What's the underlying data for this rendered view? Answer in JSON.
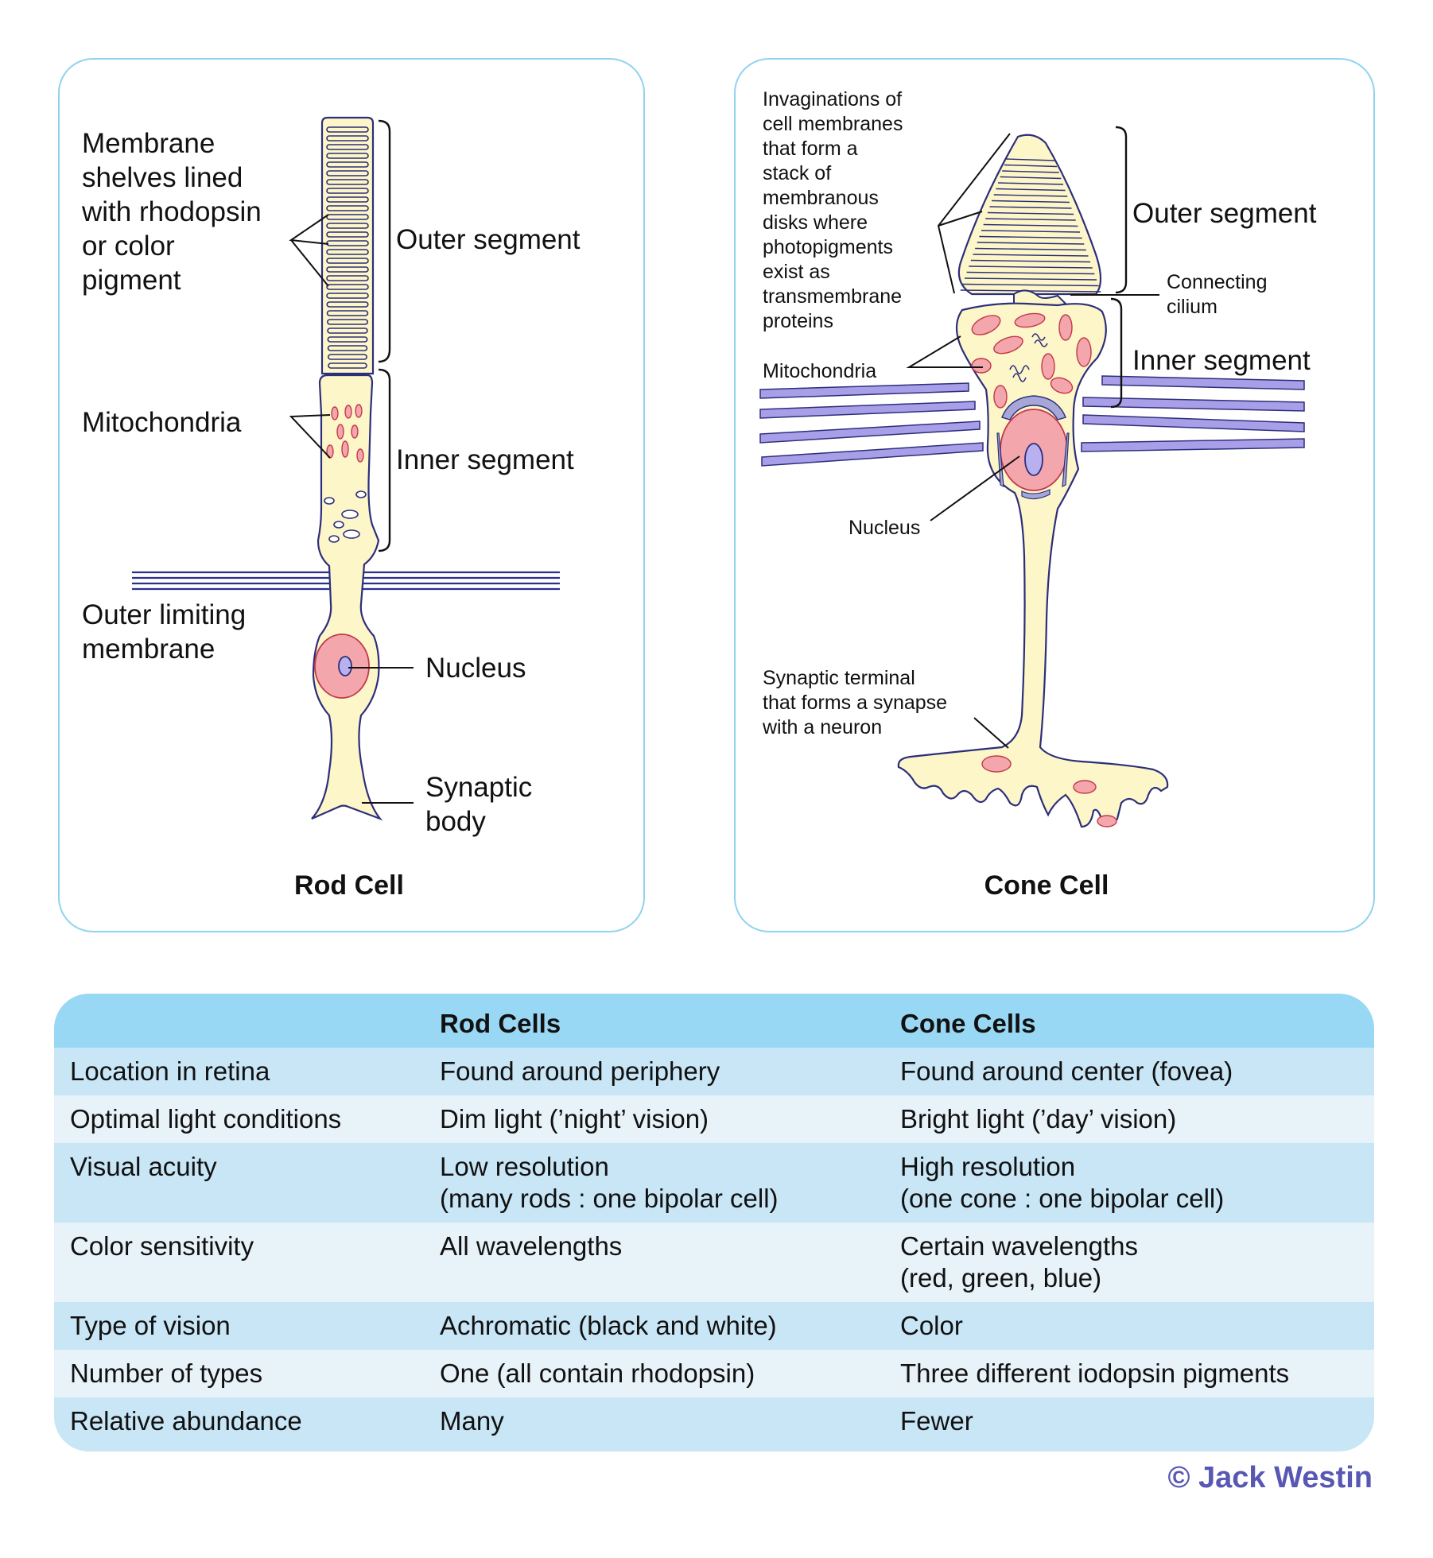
{
  "rod_cell": {
    "title": "Rod Cell",
    "labels": {
      "membrane_shelves": [
        "Membrane",
        "shelves lined",
        "with rhodopsin",
        "or color",
        "pigment"
      ],
      "outer_segment": "Outer segment",
      "mitochondria": "Mitochondria",
      "inner_segment": "Inner segment",
      "outer_limiting_membrane": [
        "Outer limiting",
        "membrane"
      ],
      "nucleus": "Nucleus",
      "synaptic_body": [
        "Synaptic",
        "body"
      ]
    }
  },
  "cone_cell": {
    "title": "Cone Cell",
    "labels": {
      "invaginations": [
        "Invaginations of",
        "cell membranes",
        "that form a",
        "stack of",
        "membranous",
        "disks where",
        "photopigments",
        "exist as",
        "transmembrane",
        "proteins"
      ],
      "outer_segment": "Outer segment",
      "connecting_cilium": [
        "Connecting",
        "cilium"
      ],
      "mitochondria": "Mitochondria",
      "inner_segment": "Inner segment",
      "nucleus": "Nucleus",
      "synaptic_terminal": [
        "Synaptic terminal",
        "that forms a synapse",
        "with a neuron"
      ]
    }
  },
  "table": {
    "headers": [
      "",
      "Rod Cells",
      "Cone Cells"
    ],
    "rows": [
      [
        "Location in retina",
        "Found around periphery",
        "Found around center (fovea)"
      ],
      [
        "Optimal light conditions",
        "Dim light (’night’ vision)",
        "Bright light (’day’ vision)"
      ],
      [
        "Visual acuity",
        "Low resolution\n(many rods : one bipolar cell)",
        "High resolution\n(one cone : one bipolar cell)"
      ],
      [
        "Color sensitivity",
        "All wavelengths",
        "Certain wavelengths\n(red, green, blue)"
      ],
      [
        "Type of vision",
        "Achromatic (black and white)",
        "Color"
      ],
      [
        "Number of types",
        "One (all contain rhodopsin)",
        "Three different iodopsin pigments"
      ],
      [
        "Relative abundance",
        "Many",
        "Fewer"
      ]
    ]
  },
  "copyright": "© Jack Westin",
  "colors": {
    "panel_border": "#8fd3ef",
    "cell_fill": "#fdf6c8",
    "outline": "#2c2f7a",
    "nucleus": "#f4a6ad",
    "nucleolus": "#b9b0f0",
    "membrane_lines": "#2b2f8f",
    "cone_membrane": "#a99ee8",
    "table_header": "#98d8f4",
    "table_row_a": "#c9e6f6",
    "table_row_b": "#e8f2f9",
    "brand": "#5858b4"
  }
}
